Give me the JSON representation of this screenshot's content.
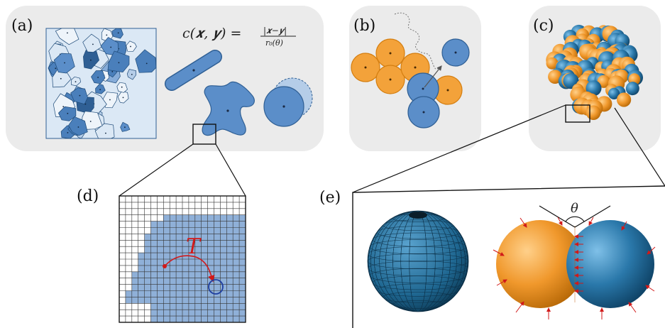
{
  "panels": {
    "a": {
      "label": "(a)",
      "formula_lhs": "c(𝒙, 𝒚) =",
      "formula_num": "|𝒙−𝒚|",
      "formula_den": "r₀(θ)"
    },
    "b": {
      "label": "(b)"
    },
    "c": {
      "label": "(c)"
    },
    "d": {
      "label": "(d)",
      "curve_label": "T"
    },
    "e": {
      "label": "(e)",
      "angle_label": "θ"
    }
  },
  "colors": {
    "panel_bg": "#ebebeb",
    "blue": "#5b8ec9",
    "blue_dark": "#2f5f94",
    "blue_light": "#a9c6e6",
    "blue_pale": "#dbe8f5",
    "orange": "#f3a23a",
    "orange_dark": "#d47e10",
    "sphere_blue": "#2c78a8",
    "grid_fill": "#8fb0d8",
    "red": "#d11919"
  }
}
